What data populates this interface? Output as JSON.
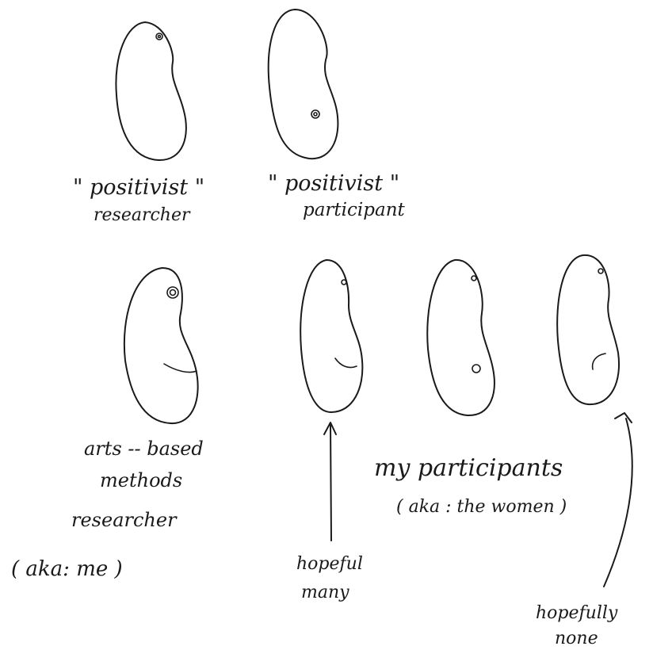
{
  "figures": [
    {
      "id": "positivist-researcher",
      "label_lines": [
        "\" positivist \"",
        "researcher"
      ]
    },
    {
      "id": "positivist-participant",
      "label_lines": [
        "\" positivist \"",
        "participant"
      ]
    },
    {
      "id": "arts-based-researcher",
      "label_lines": [
        "arts -- based",
        "methods",
        "researcher",
        "( aka: me )"
      ]
    },
    {
      "id": "hopeful-many"
    },
    {
      "id": "participant-two-eyes"
    },
    {
      "id": "hopefully-none"
    }
  ],
  "group_label": {
    "title": "my participants",
    "subtitle": "( aka : the women )"
  },
  "arrows": [
    {
      "id": "arrow-hopeful-many",
      "label_lines": [
        "hopeful",
        "many"
      ]
    },
    {
      "id": "arrow-hopefully-none",
      "label_lines": [
        "hopefully",
        "none"
      ]
    }
  ]
}
